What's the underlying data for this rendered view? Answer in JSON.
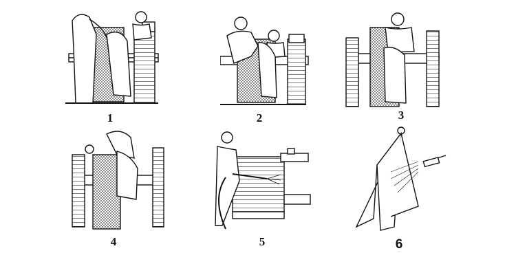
{
  "figure": {
    "steps": [
      {
        "number": "1"
      },
      {
        "number": "2"
      },
      {
        "number": "3"
      },
      {
        "number": "4"
      },
      {
        "number": "5"
      },
      {
        "number": "6"
      }
    ]
  }
}
